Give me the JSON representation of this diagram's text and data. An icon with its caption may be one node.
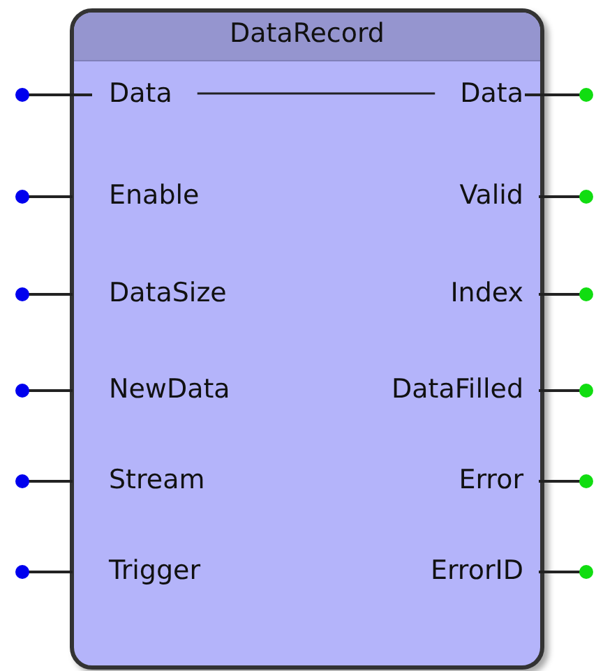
{
  "diagram": {
    "nodes": [
      {
        "text": [
          "DataRecord"
        ]
      },
      {
        "text": [
          "Data"
        ],
        "in": 0
      },
      {
        "text": [
          "Data"
        ],
        "in": 0
      }
    ],
    "edges": [
      {
        "from": 1,
        "to": 2,
        "arrow": "none"
      }
    ],
    "labels": [
      "Enable",
      "Valid",
      "DataSize",
      "Index",
      "NewData",
      "DataFilled",
      "Stream",
      "Error",
      "Trigger",
      "ErrorID"
    ]
  }
}
